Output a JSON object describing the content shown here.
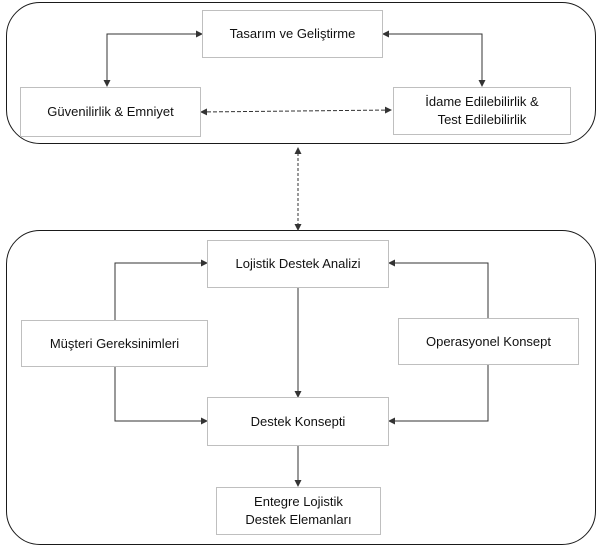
{
  "top_group": {
    "design": "Tasarım ve Geliştirme",
    "reliability": "Güvenilirlik & Emniyet",
    "maintainability_line1": "İdame Edilebilirlik &",
    "maintainability_line2": "Test Edilebilirlik"
  },
  "bottom_group": {
    "lsa": "Lojistik Destek Analizi",
    "customer_requirements": "Müşteri Gereksinimleri",
    "operational_concept": "Operasyonel Konsept",
    "support_concept": "Destek Konsepti",
    "ils_line1": "Entegre Lojistik",
    "ils_line2": "Destek Elemanları"
  },
  "colors": {
    "line": "#333333",
    "box_border": "#bfbfbf",
    "container_border": "#1a1a1a"
  }
}
